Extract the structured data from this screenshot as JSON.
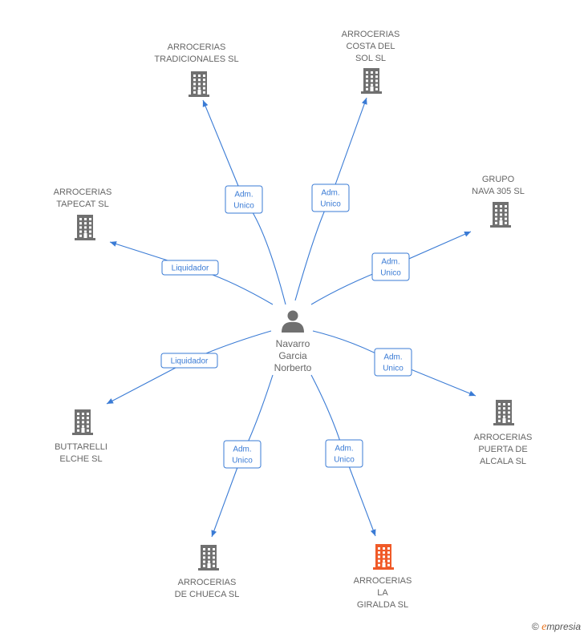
{
  "colors": {
    "edge": "#3a7bd5",
    "company": "#707070",
    "company_highlight": "#f05a28",
    "person": "#707070",
    "text": "#666666"
  },
  "center": {
    "name": [
      "Navarro",
      "Garcia",
      "Norberto"
    ],
    "icon": "person-icon"
  },
  "companies": [
    {
      "id": "tradicionales",
      "name": [
        "ARROCERIAS",
        "TRADICIONALES SL"
      ],
      "highlight": false,
      "relation": [
        "Adm.",
        "Unico"
      ]
    },
    {
      "id": "costa",
      "name": [
        "ARROCERIAS",
        "COSTA DEL",
        "SOL SL"
      ],
      "highlight": false,
      "relation": [
        "Adm.",
        "Unico"
      ]
    },
    {
      "id": "nava",
      "name": [
        "GRUPO",
        "NAVA 305 SL"
      ],
      "highlight": false,
      "relation": [
        "Adm.",
        "Unico"
      ]
    },
    {
      "id": "tapecat",
      "name": [
        "ARROCERIAS",
        "TAPECAT SL"
      ],
      "highlight": false,
      "relation": [
        "Liquidador"
      ]
    },
    {
      "id": "butarelli",
      "name": [
        "BUTTARELLI",
        "ELCHE SL"
      ],
      "highlight": false,
      "relation": [
        "Liquidador"
      ]
    },
    {
      "id": "puerta",
      "name": [
        "ARROCERIAS",
        "PUERTA DE",
        "ALCALA SL"
      ],
      "highlight": false,
      "relation": [
        "Adm.",
        "Unico"
      ]
    },
    {
      "id": "chueca",
      "name": [
        "ARROCERIAS",
        "DE CHUECA SL"
      ],
      "highlight": false,
      "relation": [
        "Adm.",
        "Unico"
      ]
    },
    {
      "id": "giralda",
      "name": [
        "ARROCERIAS",
        "LA",
        "GIRALDA SL"
      ],
      "highlight": true,
      "relation": [
        "Adm.",
        "Unico"
      ]
    }
  ],
  "footer": {
    "copyright": "©",
    "brand_initial": "e",
    "brand_rest": "mpresia"
  }
}
